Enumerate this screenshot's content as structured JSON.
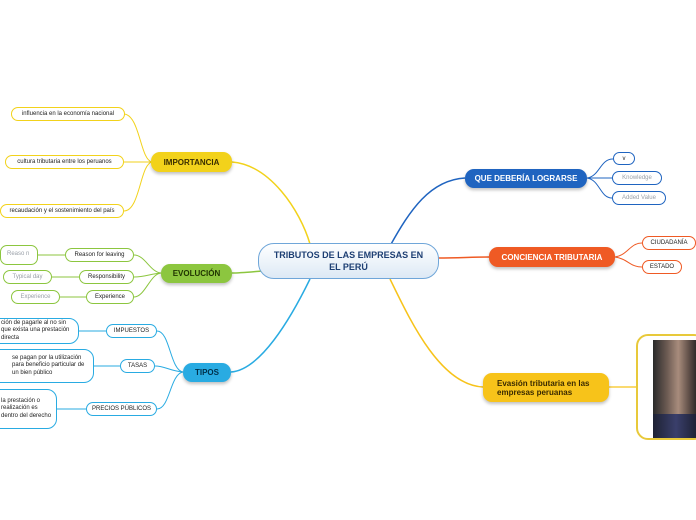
{
  "central": "TRIBUTOS DE LAS EMPRESAS EN EL   PERÚ",
  "importancia": {
    "label": "IMPORTANCIA",
    "items": [
      "influencia en la economía nacional",
      "cultura tributaria entre los peruanos",
      "recaudación y el sostenimiento del país"
    ]
  },
  "evolucion": {
    "label": "EVOLUCIÓN",
    "items": [
      {
        "label": "Reason for leaving",
        "child": "Reaso n"
      },
      {
        "label": "Responsibility",
        "child": "Typical day"
      },
      {
        "label": "Experience",
        "child": "Experience"
      }
    ]
  },
  "tipos": {
    "label": "TIPOS",
    "items": [
      {
        "label": "IMPUESTOS",
        "child": "ción de pagarle al no sin que exista una prestación directa"
      },
      {
        "label": "TASAS",
        "child": "se pagan por la utilización para beneficio particular de un bien público"
      },
      {
        "label": "PRECIOS PÚBLICOS",
        "child": "la prestación o realización es dentro del derecho"
      }
    ]
  },
  "deberia": {
    "label": "QUE DEBERÍA LOGRARSE",
    "items": [
      "v",
      "Knowledge",
      "Added Value"
    ]
  },
  "conciencia": {
    "label": "CONCIENCIA TRIBUTARIA",
    "items": [
      "CIUDADANÍA",
      "ESTADO"
    ]
  },
  "evasion": {
    "label": "Evasión tributaria en las empresas peruanas"
  },
  "colors": {
    "importancia": "#f2d21b",
    "evolucion": "#8cc63f",
    "tipos": "#29abe2",
    "deberia": "#1f64c0",
    "conciencia": "#ef5a24",
    "evasion": "#f7c31a"
  }
}
